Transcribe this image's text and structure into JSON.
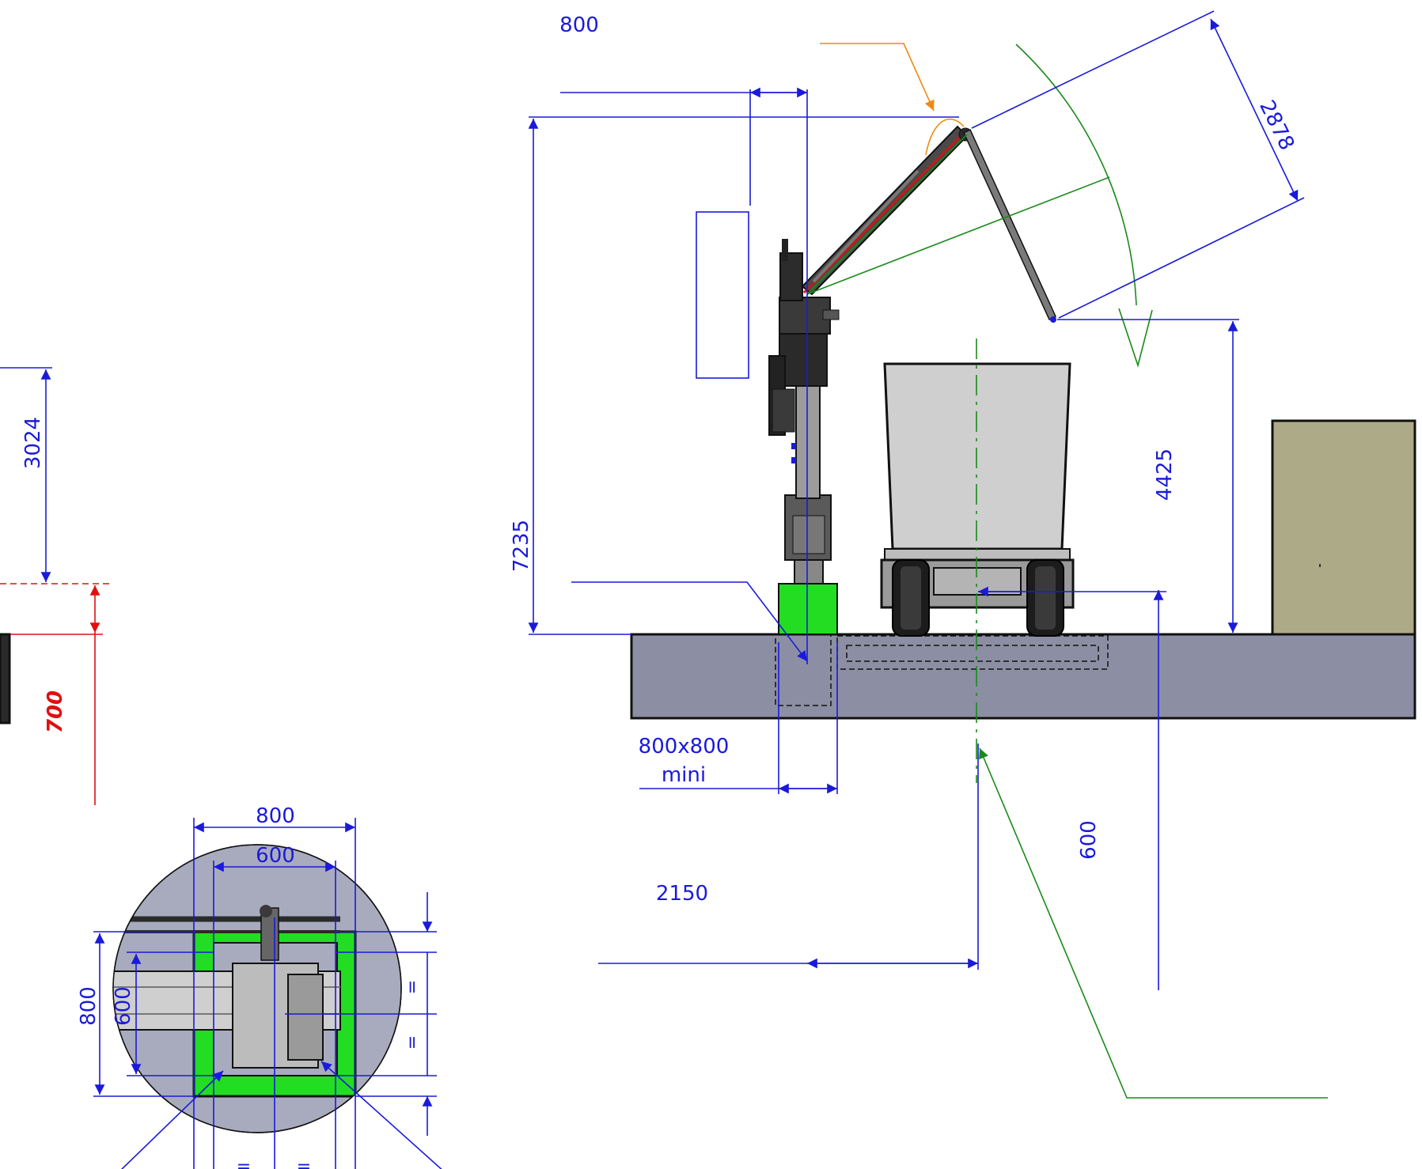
{
  "dimensions": {
    "top_offset": "800",
    "total_height": "7235",
    "boom_length": "2878",
    "hook_height": "4425",
    "foundation": "800x800",
    "foundation_sub": "mini",
    "reach": "2150",
    "vehicle_offset": "600",
    "left_height": "3024",
    "left_red": "700",
    "plan_outer_width": "800",
    "plan_inner_width": "600",
    "plan_outer_height": "800",
    "plan_inner_height": "600",
    "equal_mark": "="
  },
  "colors": {
    "dimension": "#1a1adb",
    "slab": "#8c8fa3",
    "base_green": "#22dd22",
    "bin": "#cfcfcf",
    "cabinet": "#adab87",
    "arc": "#1a8a1a",
    "leader": "#f08a10",
    "red_dim": "#e01010"
  }
}
